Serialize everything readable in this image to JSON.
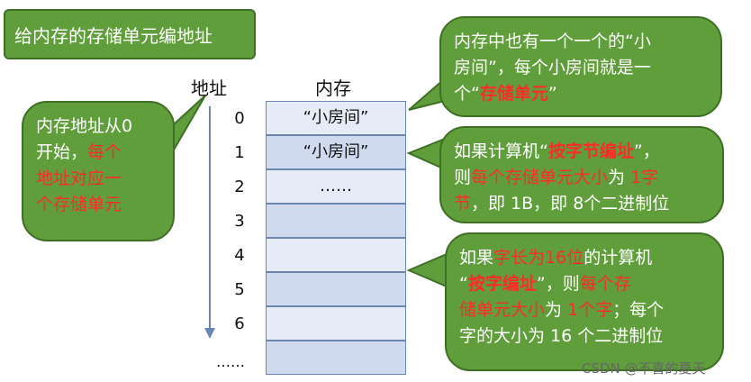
{
  "title": "给内存的存储单元编地址",
  "labels": {
    "address": "地址",
    "memory": "内存"
  },
  "addresses": [
    "0",
    "1",
    "2",
    "3",
    "4",
    "5",
    "6"
  ],
  "address_more": "……",
  "cells": [
    "“小房间”",
    "“小房间”",
    "……",
    "",
    "",
    "",
    "",
    ""
  ],
  "left_note": {
    "line1": "内存地址从0",
    "line2a": "开始，",
    "line2b": "每个",
    "line3": "地址对应一",
    "line4": "个存储单元"
  },
  "note1": {
    "l1": "内存中也有一个一个的“小",
    "l2": "房间”，每个小房间就是一",
    "l3a": "个“",
    "l3b": "存储单元",
    "l3c": "”"
  },
  "note2": {
    "l1a": "如果计算机“",
    "l1b": "按字节编址",
    "l1c": "”，",
    "l2a": "则",
    "l2b": "每个存储单元大小",
    "l2c": "为",
    "l2d": "1字",
    "l3a": "节",
    "l3b": "，即 1B，即 8个二进制位"
  },
  "note3": {
    "l1a": "如果",
    "l1b": "字长为16位",
    "l1c": "的计算机",
    "l2a": "“",
    "l2b": "按字编址",
    "l2c": "”，则",
    "l2d": "每个存",
    "l3a": "储单元大小",
    "l3b": "为",
    "l3c": "1个字",
    "l3d": "；每个",
    "l4": "字的大小为 16 个二进制位"
  },
  "watermark": "CSDN @不喜的夏天",
  "colors": {
    "callout_fill": "#5f9e3a",
    "highlight": "#ff2a2a",
    "cell_border": "#6b86b5"
  }
}
